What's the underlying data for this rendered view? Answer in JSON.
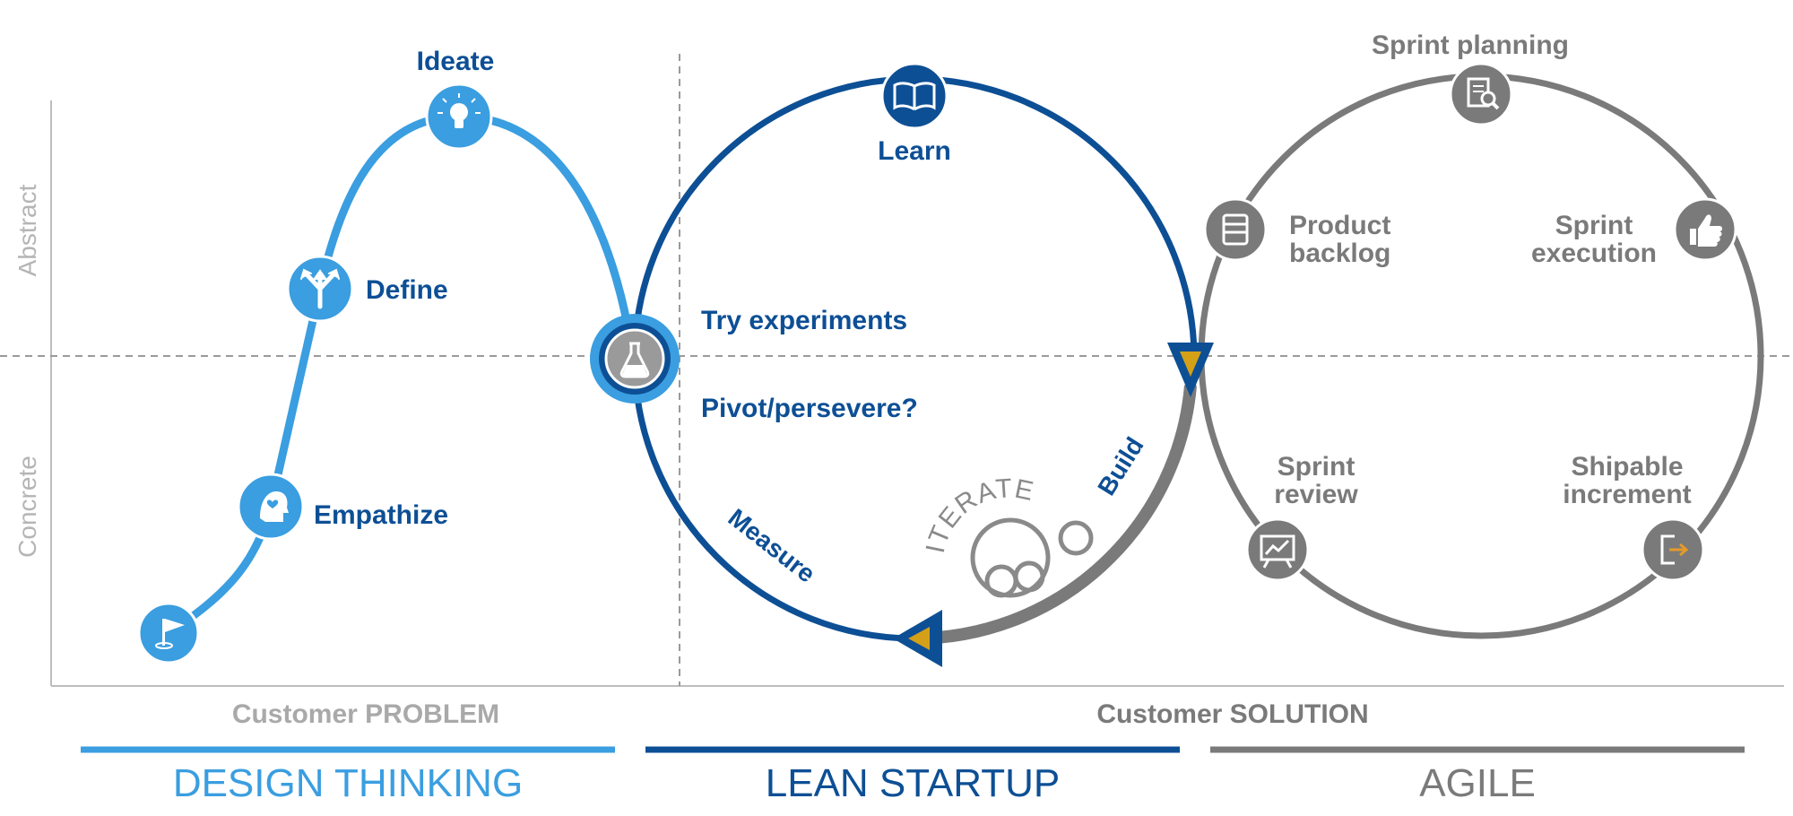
{
  "axis": {
    "abstract": "Abstract",
    "concrete": "Concrete"
  },
  "design_thinking": {
    "steps": {
      "empathize": "Empathize",
      "define": "Define",
      "ideate": "Ideate"
    },
    "footer_caption": "Customer PROBLEM",
    "name": "DESIGN THINKING"
  },
  "lean_startup": {
    "try_experiments": "Try experiments",
    "pivot": "Pivot/persevere?",
    "learn": "Learn",
    "build": "Build",
    "measure": "Measure",
    "iterate": "ITERATE",
    "name": "LEAN STARTUP"
  },
  "agile": {
    "sprint_planning": "Sprint planning",
    "product_backlog_1": "Product",
    "product_backlog_2": "backlog",
    "sprint_execution_1": "Sprint",
    "sprint_execution_2": "execution",
    "sprint_review_1": "Sprint",
    "sprint_review_2": "review",
    "shipable_1": "Shipable",
    "shipable_2": "increment",
    "name": "AGILE"
  },
  "solution_caption": "Customer SOLUTION",
  "colors": {
    "design_blue": "#3a9ee0",
    "lean_navy": "#0d4f95",
    "agile_gray": "#7a7a7a",
    "caption_gray": "#a9a9a9",
    "accent_gold": "#d4a017"
  },
  "icons": {
    "start": "flag-icon",
    "empathize": "head-heart-icon",
    "define": "arrows-split-icon",
    "ideate": "lightbulb-icon",
    "experiment": "flask-icon",
    "learn": "book-icon",
    "sprint_planning": "document-search-icon",
    "product_backlog": "list-icon",
    "sprint_execution": "thumbs-up-icon",
    "sprint_review": "presentation-chart-icon",
    "shipable": "export-icon"
  }
}
